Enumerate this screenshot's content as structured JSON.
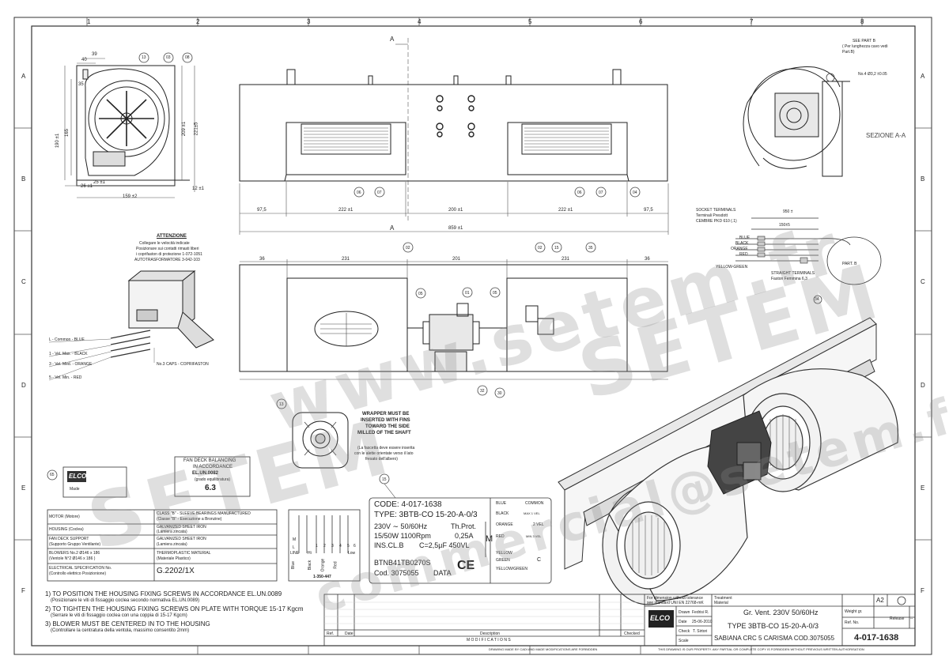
{
  "grid": {
    "cols": [
      "1",
      "2",
      "3",
      "4",
      "5",
      "6",
      "7",
      "8"
    ],
    "rows": [
      "A",
      "B",
      "C",
      "D",
      "E",
      "F"
    ]
  },
  "view_top": {
    "dims": {
      "d40": "40",
      "d39": "39",
      "d35": "35",
      "d26": "26 ±1",
      "d25": "25 ±1",
      "d190": "190 ±1",
      "d165": "165",
      "d209": "209 ±1",
      "d221": "221±5",
      "d12": "12 ±1",
      "d159": "159 ±2"
    },
    "callouts": [
      "13",
      "03",
      "08"
    ]
  },
  "view_front": {
    "section_mark": "A",
    "dims": [
      "97,5",
      "222 ±1",
      "200 ±1",
      "222 ±1",
      "97,5"
    ],
    "overall": "859 ±1",
    "callouts": [
      "06",
      "07",
      "06",
      "07",
      "04"
    ]
  },
  "section": {
    "see_part": "SEE PART B",
    "see_part_it": "( Per lunghezza cavo vedi Part.B)",
    "hole": "No.4 Ø3,2 ±0.05",
    "title": "SEZIONE A-A"
  },
  "terminals": {
    "socket": "SOCKET TERMINALS",
    "socket_it1": "Terminali Presdott",
    "socket_it2": "CEMBRE PKD 610 (.1)",
    "len1": "950 ±",
    "len2": "150±5",
    "wires": [
      "BLUE",
      "BLACK",
      "ORANGE",
      "RED",
      "YELLOW-GREEN"
    ],
    "straight": "STRAIGHT TERMINALS",
    "straight_it": "Faston Femmina 6,3",
    "part_b": "PART. B",
    "callout": "34"
  },
  "attention": {
    "title": "ATTENZIONE",
    "lines": [
      "Collegare le velocità indicate",
      "Posizionare sui contatti rimasti liberi",
      "i coprifaston di protezione 1-072-1051",
      "AUTOTRASFORMATORE 3-042-103"
    ]
  },
  "transformer_labels": {
    "l1": "L - Common - BLUE",
    "l2": "1 - Vel. Max. - BLACK",
    "l3": "3 - Vel. Med. - ORANGE",
    "l4": "5 - Vel. Min. - RED",
    "caps": "No.3 CAPS - COPRIFASTON"
  },
  "view_plan": {
    "dims": [
      "36",
      "231",
      "201",
      "231",
      "36"
    ],
    "callouts": [
      "02",
      "05",
      "01",
      "05",
      "02",
      "15",
      "35",
      "32",
      "30"
    ]
  },
  "wrapper": {
    "l1": "WRAPPER MUST BE",
    "l2": "INSERTED WITH FINS",
    "l3": "TOWARD THE SIDE",
    "l4": "MILLED OF THE SHAFT",
    "it1": "(La fascetta deve essere inserita",
    "it2": "con le alette orientate verso il lato",
    "it3": "fresato dell'albero)",
    "callout": "13"
  },
  "balancing": {
    "l1": "FAN DECK BALANCING",
    "l2": "IN ACCORDANCE",
    "l3": "EL.UN.0082",
    "l4": "(grado equilibratura)",
    "value": "6.3"
  },
  "label_tag": {
    "callout": "65",
    "brand": "ELCO",
    "made": "Made"
  },
  "specs": [
    {
      "k": "MOTOR (Motore)",
      "v": "CLASS \"B\" - SLEEVE BEARINGS MANUFACTURED",
      "v2": "(Classe \"B\" - Esecuzione a Bronzine)"
    },
    {
      "k": "HOUSING (Coclea)",
      "v": "GALVANIZED SHEET IRON",
      "v2": "(Lamiera zincata)"
    },
    {
      "k": "FAN DECK SUPPORT",
      "k2": "(Supporto Gruppo Ventilante)",
      "v": "GALVANIZED SHEET IRON",
      "v2": "(Lamiera zincata)"
    },
    {
      "k": "BLOWERS   No.2   Ø146 x 186",
      "k2": "(Ventole      N°2      Ø146 x 186 )",
      "v": "THERMOPLASTIC MATERIAL",
      "v2": "(Materiale Plastico)"
    },
    {
      "k": "ELECTRICAL SPECIFICATION No.",
      "k2": "(Controllo elettrico Posizionione)",
      "v": "G.2202/1X"
    }
  ],
  "wiring": {
    "top": [
      "M",
      "L",
      "1",
      "2",
      "3",
      "4",
      "5",
      "6"
    ],
    "line": "LINE",
    "hi": "Hi",
    "low": "Low",
    "colors": [
      "Blue",
      "Black",
      "Orange",
      "Red"
    ],
    "code": "1-350-447"
  },
  "plate": {
    "callout": "15",
    "code": "CODE: 4-017-1638",
    "type": "TYPE: 3BTB-CO 15-20-A-0/3",
    "l1a": "230V ∼  50/60Hz",
    "l1b": "Th.Prot.",
    "l2a": "15/50W   1100Rpm",
    "l2b": "0,25A",
    "l3a": "INS.CL.B",
    "l3b": "C=2,5µF  450VL",
    "serial": "BTNB41TB0270S",
    "cod": "Cod. 3075055",
    "data": "DATA",
    "ce": "CE",
    "m": "M",
    "c": "C",
    "conn": [
      {
        "c": "BLUE",
        "s": "COMMON"
      },
      {
        "c": "BLACK",
        "s": "MAX 1 VEL"
      },
      {
        "c": "ORANGE",
        "s": "2 VEL"
      },
      {
        "c": "RED",
        "s": "MIN 3 VEL"
      },
      {
        "c": "YELLOW",
        "s": ""
      },
      {
        "c": "GREEN",
        "s": ""
      },
      {
        "c": "YELLOW/GREEN",
        "s": ""
      }
    ]
  },
  "notes": [
    "1) TO POSITION THE HOUSING FIXING SCREWS IN ACCORDANCE EL.UN.0089",
    "(Posizionare le viti di fissaggio coclea secondo normativa EL.UN.0089)",
    "2) TO TIGHTEN THE HOUSING FIXING SCREWS ON PLATE WITH TORQUE 15-17 Kgcm",
    "(Serrare le viti di fissaggio coclea con una coppia di 15-17 Kgcm)",
    "3) BLOWER MUST BE CENTERED IN TO THE HOUSING",
    "(Controllare la centratura della ventola, massimo consentito 2mm)"
  ],
  "title_block": {
    "mod_cols": [
      "Ref.",
      "Date",
      "Description",
      "Checked"
    ],
    "modifications": "M O D I F I C A T I O N S",
    "tolerance1": "For dimension without tolerance",
    "tolerance2": "see standard UNI EN 22768-mK",
    "treatment": "Treatment",
    "material": "Material",
    "drawn_l": "Drawn",
    "drawn_v": "Fedrisi R.",
    "date_l": "Date",
    "date_v": "25-06-2010",
    "check_l": "Check",
    "check_v": "T. Sirtori",
    "scale_l": "Scale",
    "desc1": "Gr. Vent.  230V  50/60Hz",
    "desc2": "TYPE   3BTB-CO 15-20-A-0/3",
    "desc3": "SABIANA CRC 5 CARISMA COD.3075055",
    "size": "A2",
    "weight": "Weight gr.",
    "release": "Release",
    "release_v": "--",
    "ref": "Ref. No.",
    "number": "4-017-1638",
    "brand": "ELCO",
    "footer_left": "DRAWING MADE BY CADI AND MADE MODIFICATIONS ARE FORBIDDEN",
    "footer_right": "THIS DRAWING IS OUR PROPERTY. ANY PARTIAL OR COMPLETE COPY IS FORBIDDEN WITHOUT PREVIOUS WRITTEN AUTHORISATION"
  },
  "watermark": {
    "w1": "www.setem.fr",
    "w2": "SETEM",
    "w3": "commercial@setem.fr",
    "w4": "SETEM"
  }
}
